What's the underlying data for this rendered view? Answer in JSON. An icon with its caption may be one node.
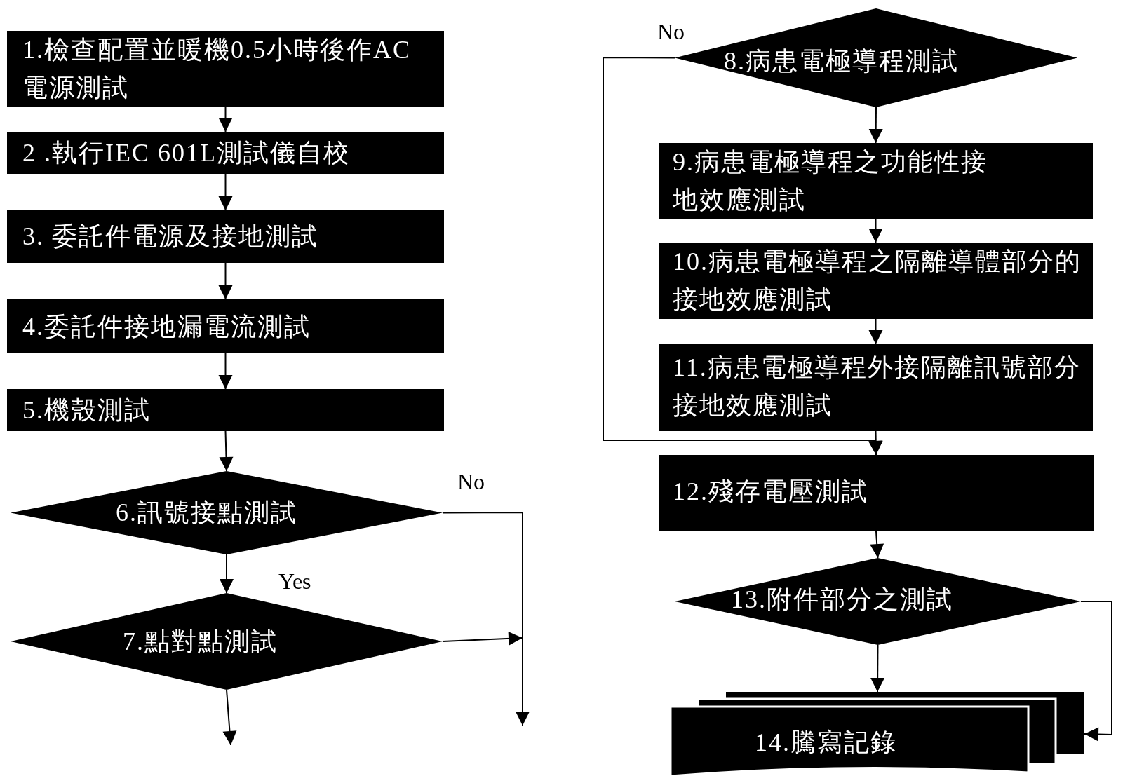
{
  "diagram": {
    "nodes": [
      {
        "text": [
          "1.檢查配置並暖機0.5小時後作AC電源測試"
        ]
      },
      {
        "text": [
          "2 .執行IEC 601L測試儀自校"
        ]
      },
      {
        "text": [
          "3.  委託件電源及接地測試"
        ]
      },
      {
        "text": [
          "4.委託件接地漏電流測試"
        ]
      },
      {
        "text": [
          "5.機殼測試"
        ]
      },
      {
        "text": [
          "6.訊號接點測試"
        ]
      },
      {
        "text": [
          "7.點對點測試"
        ]
      },
      {
        "text": [
          "8.病患電極導程測試"
        ]
      },
      {
        "text": [
          "9.病患電極導程之功能性接地效應測試"
        ]
      },
      {
        "text": [
          "10.病患電極導程之隔離導體部分的接地效應測試"
        ]
      },
      {
        "text": [
          "11.病患電極導程外接隔離訊號部分接地效應測試"
        ]
      },
      {
        "text": [
          "12.殘存電壓測試"
        ]
      },
      {
        "text": [
          "13.附件部分之測試"
        ]
      },
      {
        "text": [
          "14.騰寫記錄"
        ]
      }
    ],
    "edges": [
      {
        "from": 0,
        "to": 1,
        "arrow": "to"
      },
      {
        "from": 1,
        "to": 2,
        "arrow": "to"
      },
      {
        "from": 2,
        "to": 3,
        "arrow": "to"
      },
      {
        "from": 3,
        "to": 4,
        "arrow": "to"
      },
      {
        "from": 4,
        "to": 5,
        "arrow": "to"
      },
      {
        "from": 5,
        "to": 6,
        "arrow": "to",
        "label": "Yes"
      },
      {
        "from": 5,
        "to": null,
        "arrow": "to",
        "label": "No"
      },
      {
        "from": 6,
        "to": null,
        "arrow": "to"
      },
      {
        "from": 6,
        "to": null,
        "arrow": "to"
      },
      {
        "from": 7,
        "to": 8,
        "arrow": "to"
      },
      {
        "from": 8,
        "to": 9,
        "arrow": "to"
      },
      {
        "from": 9,
        "to": 10,
        "arrow": "to"
      },
      {
        "from": 10,
        "to": 11,
        "arrow": "to"
      },
      {
        "from": 7,
        "to": 11,
        "arrow": "to",
        "label": "No"
      },
      {
        "from": 11,
        "to": 12,
        "arrow": "to"
      },
      {
        "from": 12,
        "to": 13,
        "arrow": "to"
      },
      {
        "from": 12,
        "to": 13,
        "arrow": "to"
      }
    ]
  }
}
